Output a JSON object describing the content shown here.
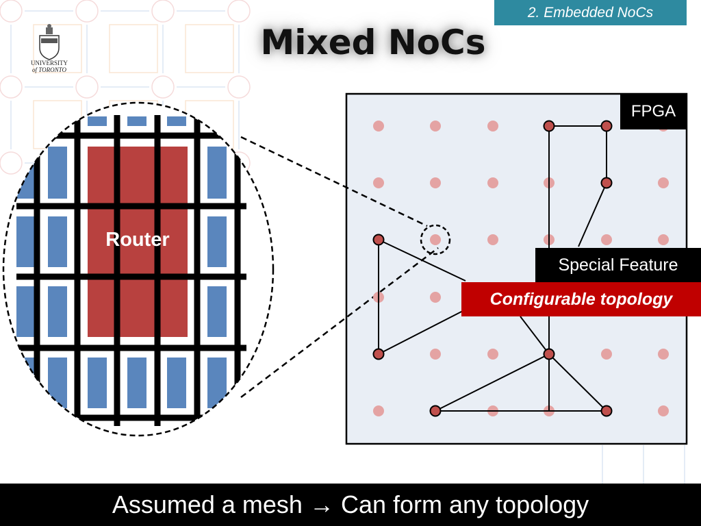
{
  "header": {
    "section_tag": "2. Embedded NoCs",
    "title": "Mixed NoCs"
  },
  "logo": {
    "line1": "UNIVERSITY",
    "line2": "of TORONTO"
  },
  "zoom_view": {
    "router_label": "Router"
  },
  "fpga_panel": {
    "fpga_label": "FPGA",
    "feature_label": "Special Feature",
    "topology_label": "Configurable topology"
  },
  "footer": {
    "caption": "Assumed a mesh → Can form any topology"
  },
  "colors": {
    "accent_teal": "#2e8aa0",
    "router_red": "#b8413f",
    "logic_blue": "#5a86bd",
    "highlight_red": "#c00000",
    "panel_bg": "#e9eef5"
  }
}
